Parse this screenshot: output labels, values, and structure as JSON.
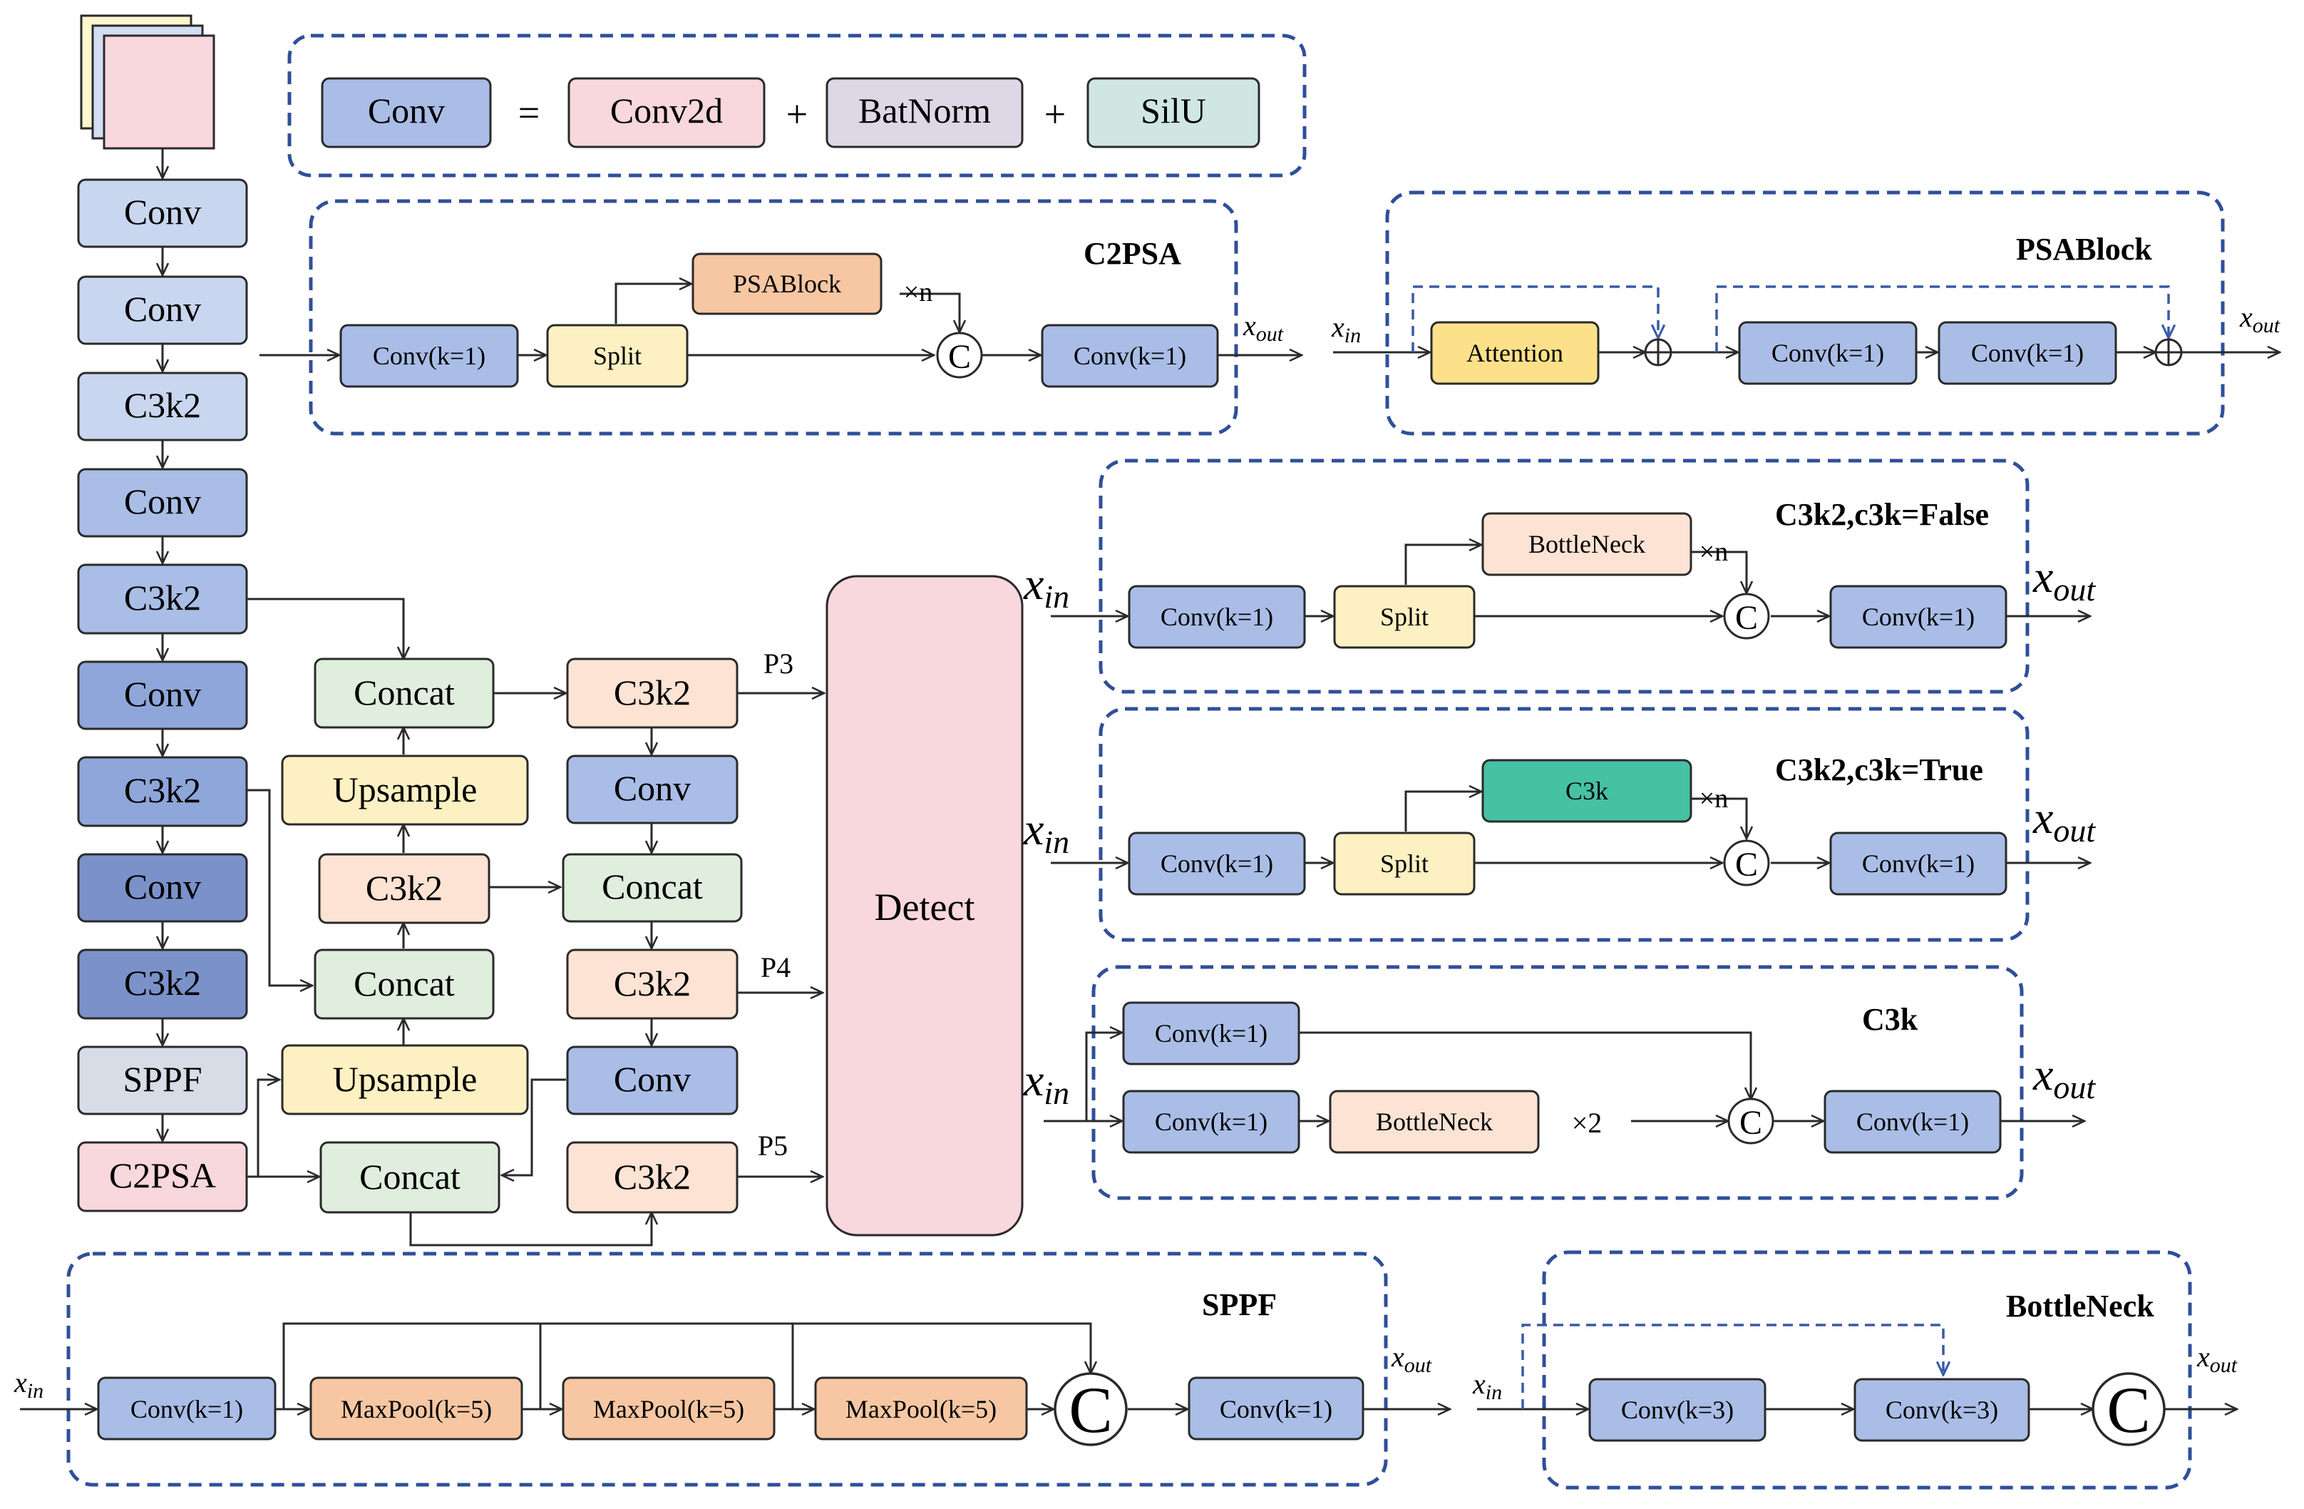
{
  "colors": {
    "stroke": "#2a2a2a",
    "dash": "#2f4f9a",
    "feedback": "#3a5aa8",
    "conv_light": "#c9d6ef",
    "conv_mid": "#a9bde6",
    "conv_dark": "#8fa6da",
    "conv_darker": "#7b91c9",
    "conv2d": "#f8d7dd",
    "batnorm": "#ddd8e6",
    "silu": "#cfe6e2",
    "c2psa": "#f8d7dd",
    "sppf": "#d7dde6",
    "concat": "#dfeedd",
    "upsample": "#fdf0c2",
    "c3k2_head": "#fce3d3",
    "detect": "#f8d7dd",
    "split": "#fdf0c2",
    "psablock": "#f6c7a2",
    "attention": "#fde18a",
    "bottleneck": "#fce3d3",
    "c3k": "#45c1a4",
    "maxpool": "#f6c7a2",
    "input_yellow": "#fdf6cf",
    "input_blue": "#d3ddf3"
  },
  "legend": {
    "conv": "Conv",
    "equals": "=",
    "conv2d": "Conv2d",
    "plus1": "+",
    "batnorm": "BatNorm",
    "plus2": "+",
    "silu": "SilU"
  },
  "backbone": [
    "Conv",
    "Conv",
    "C3k2",
    "Conv",
    "C3k2",
    "Conv",
    "C3k2",
    "Conv",
    "C3k2",
    "SPPF",
    "C2PSA"
  ],
  "neck": {
    "concat": "Concat",
    "upsample": "Upsample",
    "c3k2": "C3k2",
    "conv": "Conv",
    "detect": "Detect",
    "p3": "P3",
    "p4": "P4",
    "p5": "P5"
  },
  "c2psa": {
    "title": "C2PSA",
    "conv_in": "Conv(k=1)",
    "split": "Split",
    "block": "PSABlock",
    "repeat": "×n",
    "concat": "C",
    "conv_out": "Conv(k=1)",
    "out": "out"
  },
  "psablock": {
    "title": "PSABlock",
    "in": "in",
    "attention": "Attention",
    "conv1": "Conv(k=1)",
    "conv2": "Conv(k=1)",
    "out": "out"
  },
  "c3k2_false": {
    "title": "C3k2,c3k=False",
    "in": "in",
    "conv_in": "Conv(k=1)",
    "split": "Split",
    "block": "BottleNeck",
    "repeat": "×n",
    "concat": "C",
    "conv_out": "Conv(k=1)",
    "out": "out"
  },
  "c3k2_true": {
    "title": "C3k2,c3k=True",
    "in": "in",
    "conv_in": "Conv(k=1)",
    "split": "Split",
    "block": "C3k",
    "repeat": "×n",
    "concat": "C",
    "conv_out": "Conv(k=1)",
    "out": "out"
  },
  "c3k": {
    "title": "C3k",
    "in": "in",
    "conv_top": "Conv(k=1)",
    "conv_bottom": "Conv(k=1)",
    "block": "BottleNeck",
    "repeat": "×2",
    "concat": "C",
    "conv_out": "Conv(k=1)",
    "out": "out"
  },
  "sppf": {
    "title": "SPPF",
    "in": "in",
    "conv_in": "Conv(k=1)",
    "pool1": "MaxPool(k=5)",
    "pool2": "MaxPool(k=5)",
    "pool3": "MaxPool(k=5)",
    "concat": "C",
    "conv_out": "Conv(k=1)",
    "out": "out"
  },
  "bottleneck": {
    "title": "BottleNeck",
    "in": "in",
    "conv1": "Conv(k=3)",
    "conv2": "Conv(k=3)",
    "concat": "C",
    "out": "out"
  },
  "var_x": "x"
}
